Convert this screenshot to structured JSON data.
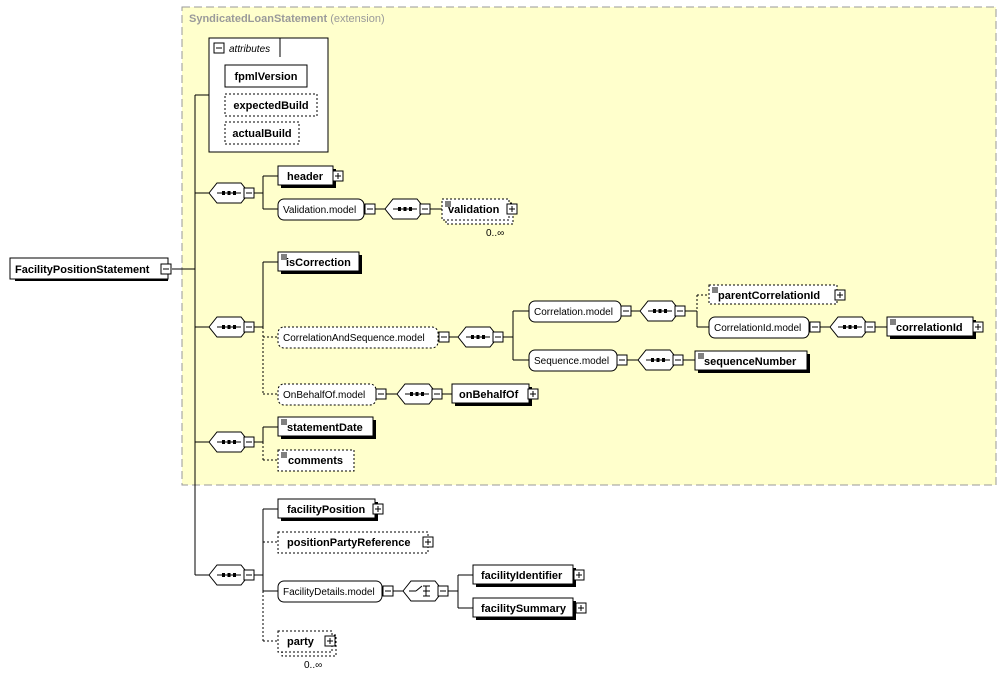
{
  "extension_box": {
    "type_name": "SyndicatedLoanStatement",
    "qualifier": "(extension)"
  },
  "attributes_label": "attributes",
  "root": "FacilityPositionStatement",
  "attributes": [
    "fpmlVersion",
    "expectedBuild",
    "actualBuild"
  ],
  "elements": {
    "header": "header",
    "validation": "validation",
    "validation_occurs": "0..∞",
    "isCorrection": "isCorrection",
    "parentCorrelationId": "parentCorrelationId",
    "correlationId": "correlationId",
    "sequenceNumber": "sequenceNumber",
    "onBehalfOf": "onBehalfOf",
    "statementDate": "statementDate",
    "comments": "comments",
    "facilityPosition": "facilityPosition",
    "positionPartyReference": "positionPartyReference",
    "facilityIdentifier": "facilityIdentifier",
    "facilitySummary": "facilitySummary",
    "party": "party",
    "party_occurs": "0..∞"
  },
  "groups": {
    "validation_model": "Validation.model",
    "correlation_and_sequence_model": "CorrelationAndSequence.model",
    "correlation_model": "Correlation.model",
    "correlation_id_model": "CorrelationId.model",
    "sequence_model": "Sequence.model",
    "on_behalf_of_model": "OnBehalfOf.model",
    "facility_details_model": "FacilityDetails.model"
  }
}
